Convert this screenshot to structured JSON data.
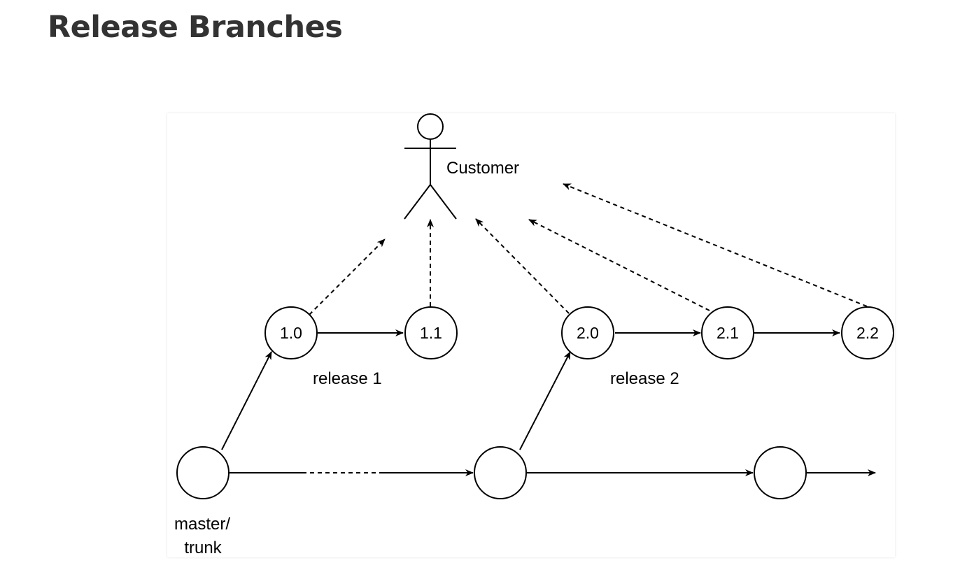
{
  "page": {
    "title": "Release Branches"
  },
  "diagram": {
    "actor": {
      "label": "Customer"
    },
    "release_1": {
      "branch_label": "release 1",
      "nodes": [
        "1.0",
        "1.1"
      ]
    },
    "release_2": {
      "branch_label": "release 2",
      "nodes": [
        "2.0",
        "2.1",
        "2.2"
      ]
    },
    "trunk": {
      "label_line1": "master/",
      "label_line2": "trunk"
    }
  }
}
